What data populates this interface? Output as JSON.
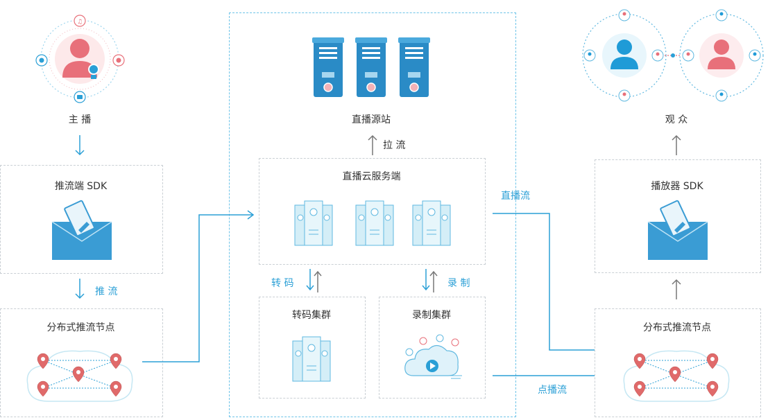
{
  "broadcaster": {
    "label": "主 播"
  },
  "push_sdk": {
    "title": "推流端 SDK",
    "arrow_label": "推 流"
  },
  "left_nodes": {
    "title": "分布式推流节点"
  },
  "origin": {
    "title": "直播源站",
    "pull_label": "拉 流"
  },
  "cloud_service": {
    "title": "直播云服务端"
  },
  "transcode": {
    "arrow_label": "转 码",
    "title": "转码集群"
  },
  "record": {
    "arrow_label": "录 制",
    "title": "录制集群"
  },
  "live_stream_label": "直播流",
  "vod_label": "点播流",
  "audience": {
    "label": "观 众"
  },
  "player_sdk": {
    "title": "播放器 SDK"
  },
  "right_nodes": {
    "title": "分布式推流节点"
  },
  "colors": {
    "accent_blue": "#2a9fd6",
    "person_red": "#e8707a",
    "person_blue": "#1f9bd7",
    "server_blue": "#3a9cd4",
    "pin_red": "#e06a6a",
    "light_cyan": "#c5e7f3"
  }
}
